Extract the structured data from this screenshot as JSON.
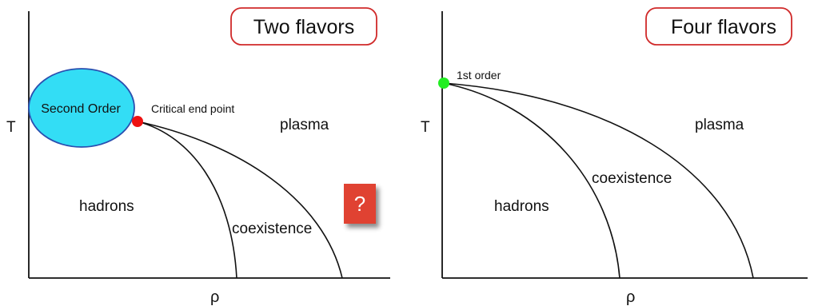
{
  "panels": [
    {
      "title": "Two flavors",
      "y_axis_label": "T",
      "x_axis_label": "ρ",
      "regions": {
        "left": "hadrons",
        "middle": "coexistence",
        "right": "plasma"
      },
      "second_order_region": "Second Order",
      "endpoint_label": "Critical end point",
      "endpoint_color": "#ee1111",
      "ellipse_color": "#33ddf5",
      "question_mark": "?",
      "question_color": "#e04232"
    },
    {
      "title": "Four flavors",
      "y_axis_label": "T",
      "x_axis_label": "ρ",
      "regions": {
        "left": "hadrons",
        "middle": "coexistence",
        "right": "plasma"
      },
      "endpoint_label": "1st order",
      "endpoint_color": "#22ee22"
    }
  ],
  "title_box_color": "#d02a2a"
}
